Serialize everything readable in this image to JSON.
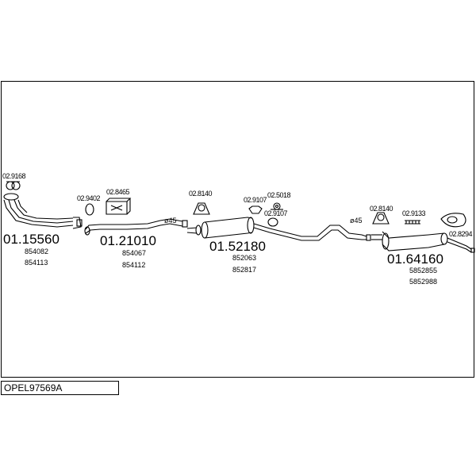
{
  "diagram": {
    "code": "OPEL97569A",
    "parts": [
      {
        "number": "01.15560",
        "refs": [
          "854082",
          "854113"
        ]
      },
      {
        "number": "01.21010",
        "refs": [
          "854067",
          "854112"
        ]
      },
      {
        "number": "01.52180",
        "refs": [
          "852063",
          "852817"
        ]
      },
      {
        "number": "01.64160",
        "refs": [
          "5852855",
          "5852988"
        ]
      }
    ],
    "fittings": [
      "02.9168",
      "02.9402",
      "02.8465",
      "02.8140",
      "02.9107",
      "02.5018",
      "02.9107",
      "02.8140",
      "02.9133",
      "02.8294"
    ],
    "diameters": [
      "ø45",
      "ø45"
    ],
    "colors": {
      "line": "#000000",
      "background": "#ffffff"
    }
  }
}
